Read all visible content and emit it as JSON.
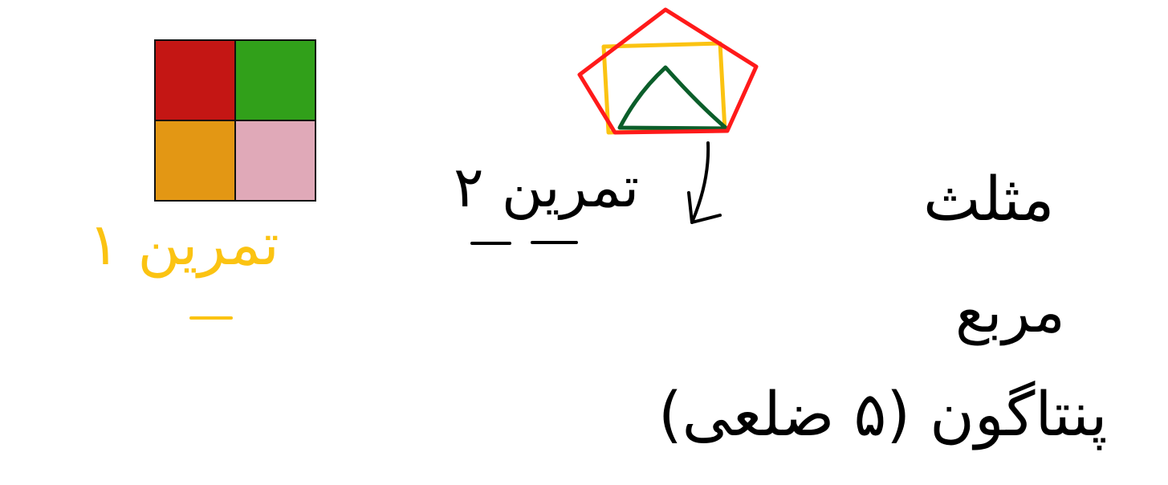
{
  "colors": {
    "red": "#c41614",
    "green": "#31a01a",
    "orange": "#e39714",
    "pink": "#e0a9b8",
    "yellow": "#fbc312",
    "pentagon": "#ff1a1a",
    "triangle": "#0b5e2a",
    "ink": "#000000"
  },
  "squares_grid": [
    {
      "name": "red-square",
      "color": "#c41614"
    },
    {
      "name": "green-square",
      "color": "#31a01a"
    },
    {
      "name": "orange-square",
      "color": "#e39714"
    },
    {
      "name": "pink-square",
      "color": "#e0a9b8"
    }
  ],
  "exercise1_label": "تمرین ۱",
  "exercise2_label": "تمرین ۲",
  "shape_words": {
    "triangle": "مثلث",
    "square": "مربع",
    "pentagon": "پنتاگون (۵ ضلعی)"
  }
}
